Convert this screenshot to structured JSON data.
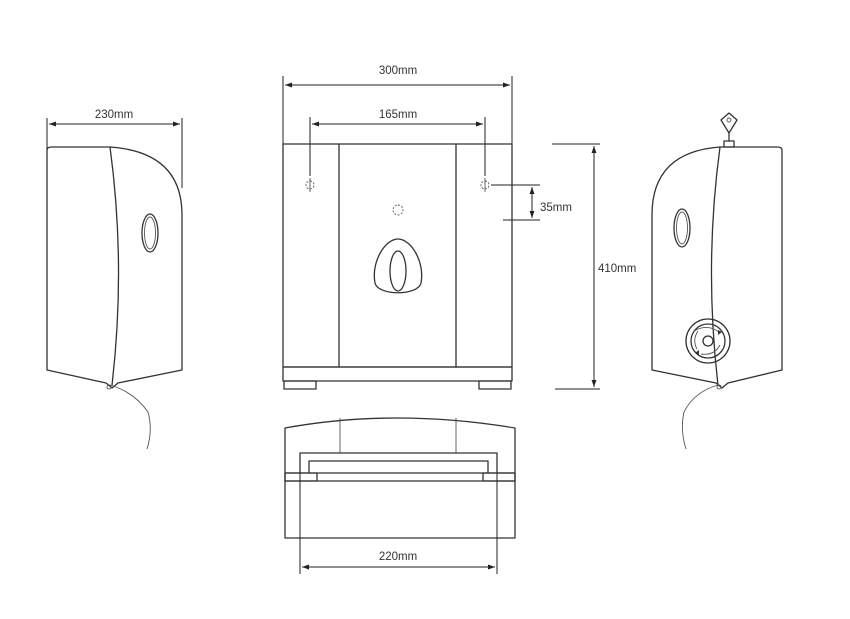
{
  "dimensions": {
    "side_depth": "230mm",
    "front_width": "300mm",
    "hole_spacing": "165mm",
    "hole_offset": "35mm",
    "height": "410mm",
    "bottom_width": "220mm"
  },
  "colors": {
    "line": "#333333",
    "background": "#ffffff"
  },
  "icons": [
    "key-icon",
    "rotation-knob-icon",
    "mounting-hole-icon",
    "viewing-window-icon"
  ]
}
